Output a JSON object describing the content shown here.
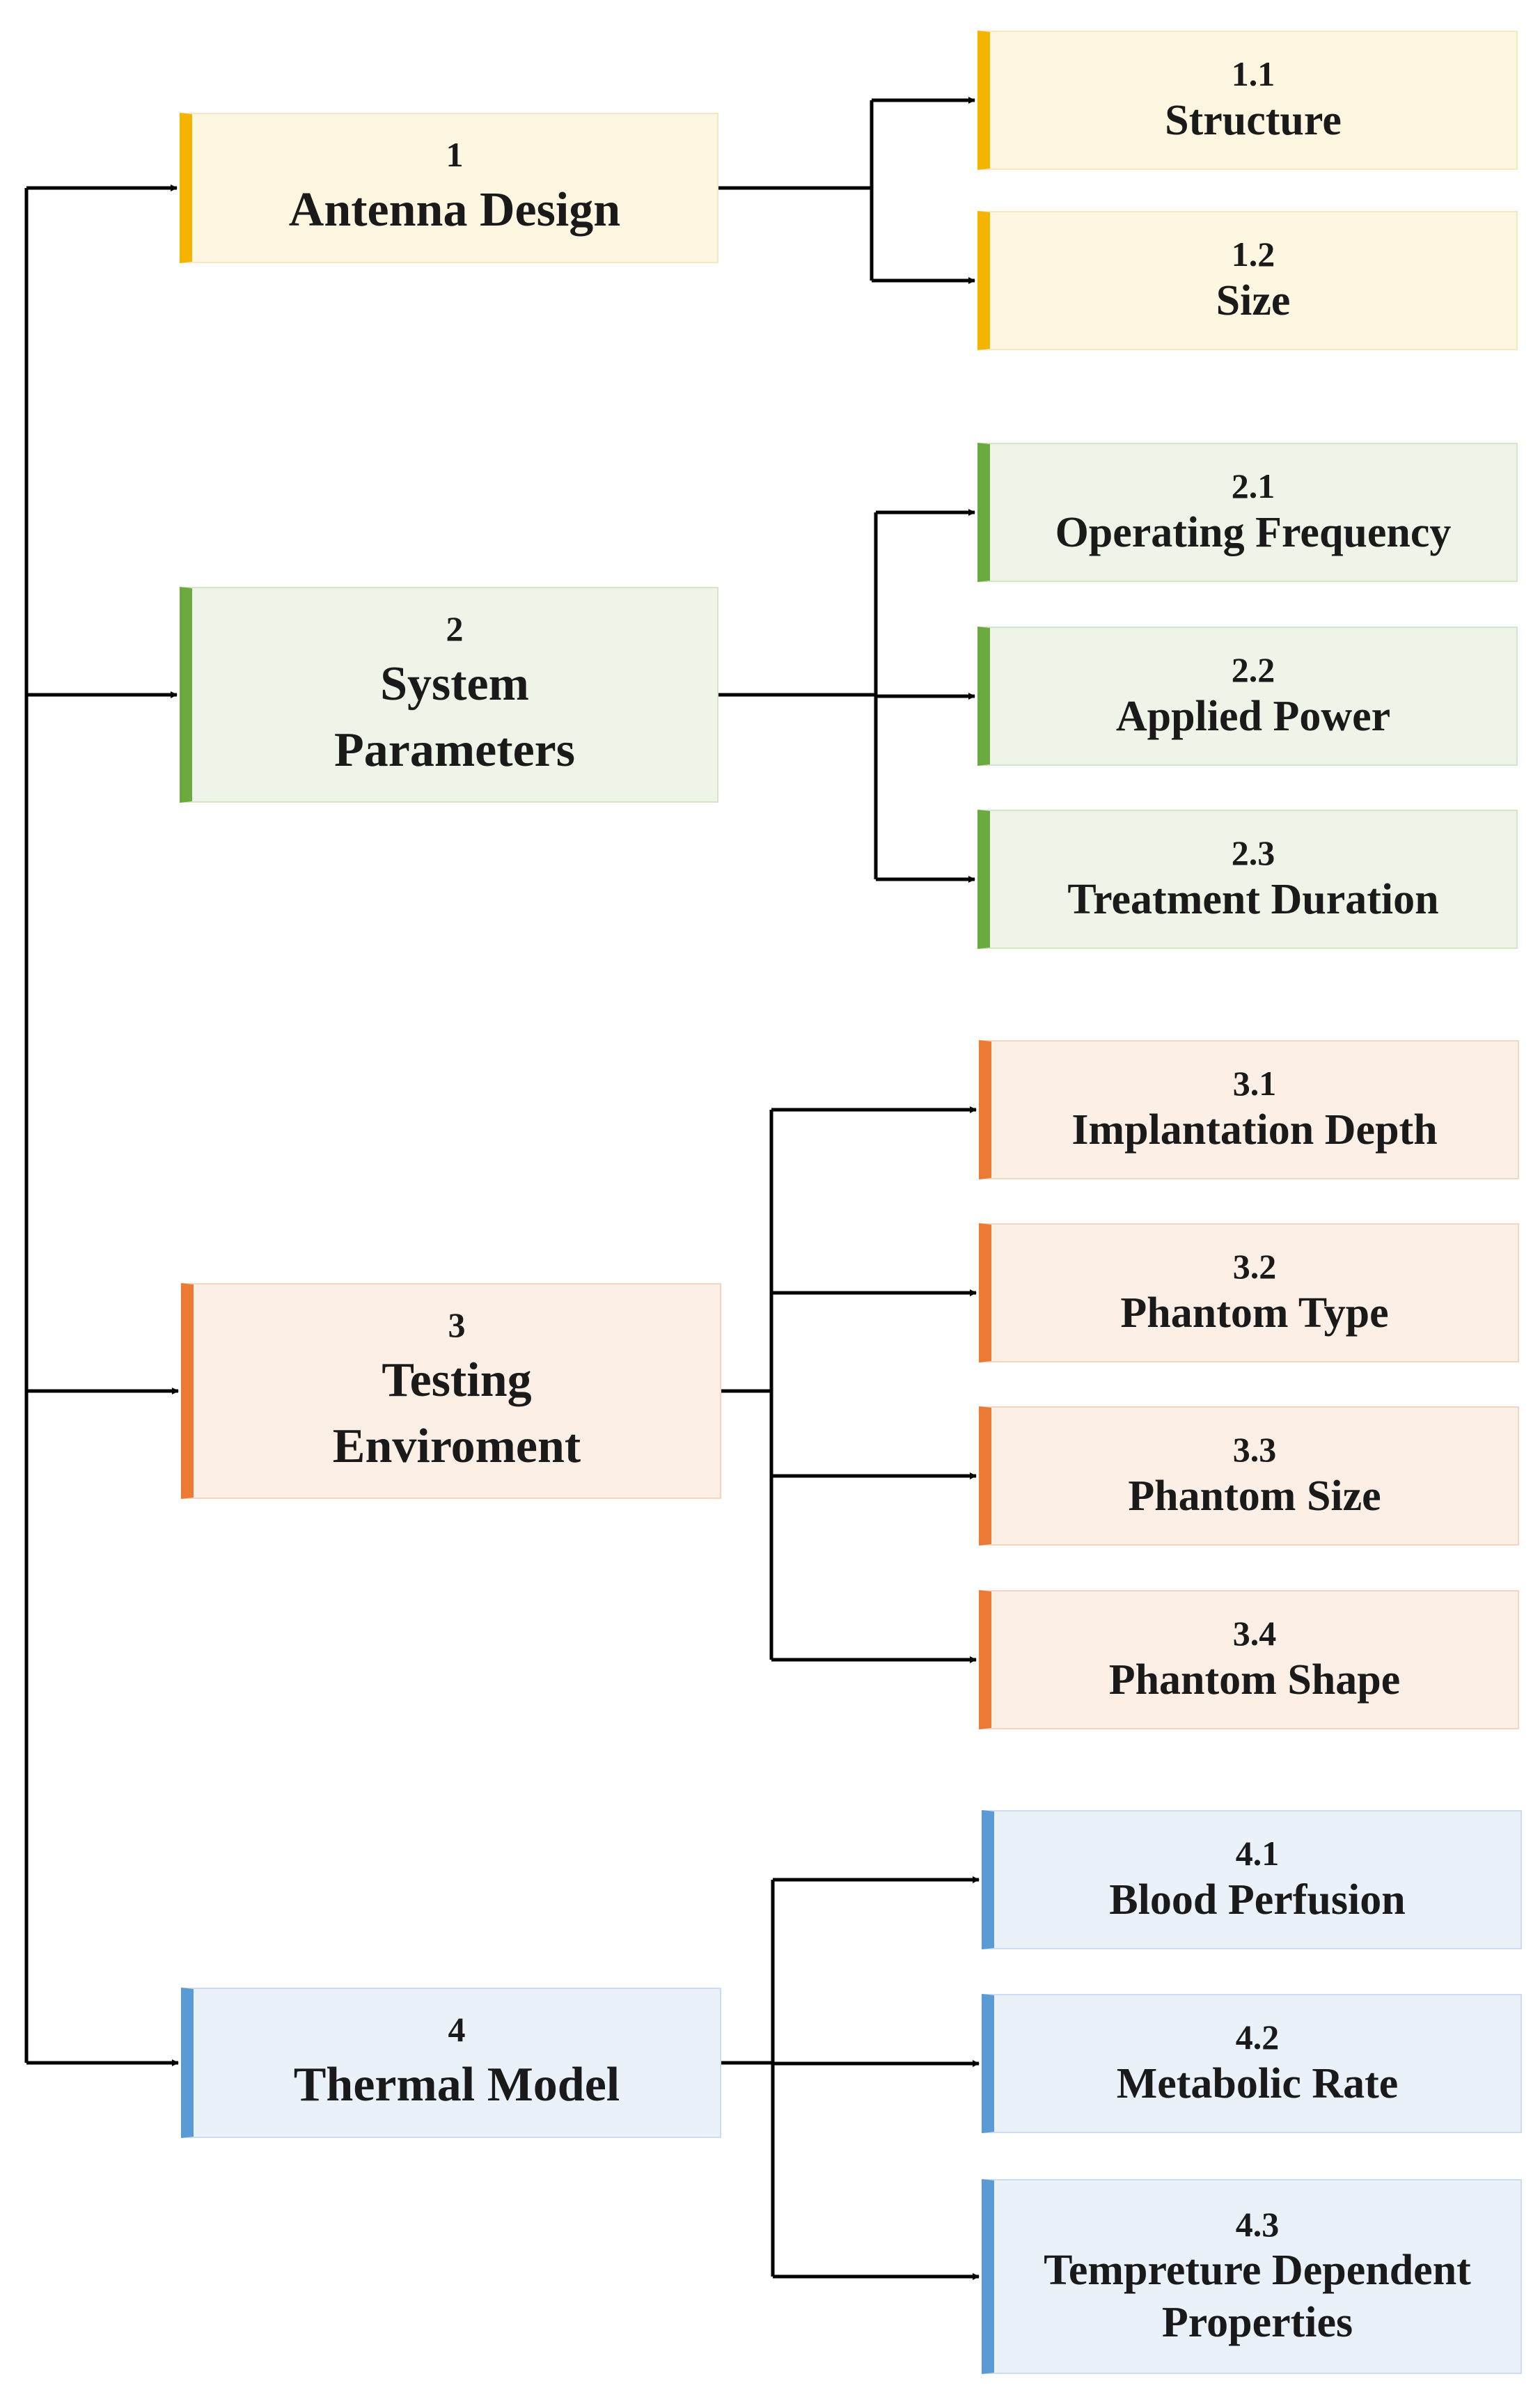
{
  "categories": [
    {
      "number": "1",
      "label": "Antenna Design",
      "color": "yellow",
      "children": [
        {
          "number": "1.1",
          "label": "Structure"
        },
        {
          "number": "1.2",
          "label": "Size"
        }
      ]
    },
    {
      "number": "2",
      "label": "System Parameters",
      "color": "green",
      "children": [
        {
          "number": "2.1",
          "label": "Operating Frequency"
        },
        {
          "number": "2.2",
          "label": "Applied Power"
        },
        {
          "number": "2.3",
          "label": "Treatment Duration"
        }
      ]
    },
    {
      "number": "3",
      "label": "Testing Enviroment",
      "color": "orange",
      "children": [
        {
          "number": "3.1",
          "label": "Implantation Depth"
        },
        {
          "number": "3.2",
          "label": "Phantom Type"
        },
        {
          "number": "3.3",
          "label": "Phantom Size"
        },
        {
          "number": "3.4",
          "label": "Phantom Shape"
        }
      ]
    },
    {
      "number": "4",
      "label": "Thermal Model",
      "color": "blue",
      "children": [
        {
          "number": "4.1",
          "label": "Blood Perfusion"
        },
        {
          "number": "4.2",
          "label": "Metabolic Rate"
        },
        {
          "number": "4.3",
          "label": "Tempreture Dependent Properties"
        }
      ]
    }
  ]
}
